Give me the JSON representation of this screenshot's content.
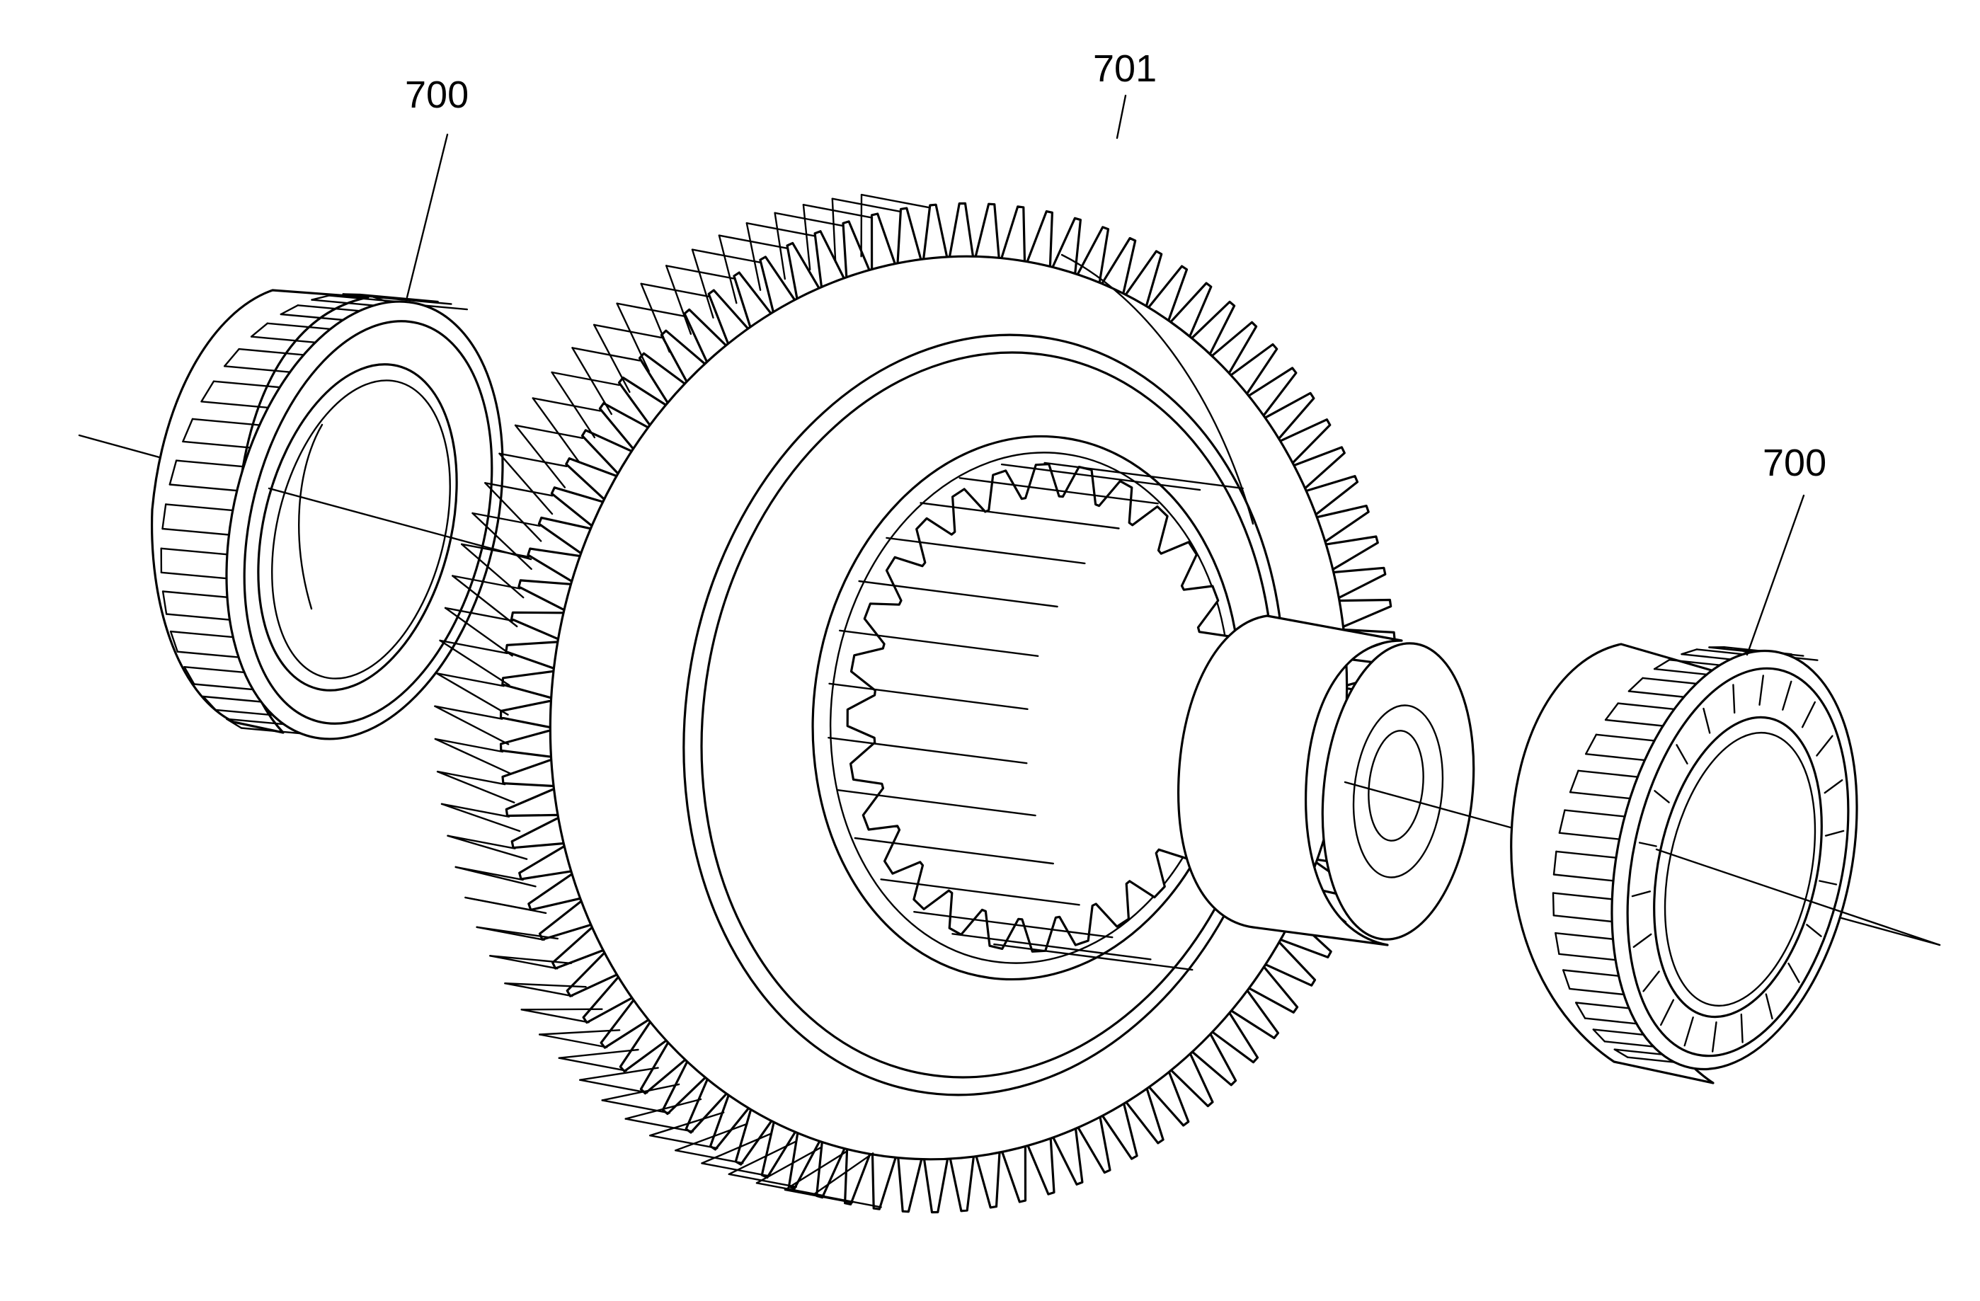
{
  "callouts": {
    "left_bearing": "700",
    "gear": "701",
    "right_bearing": "700"
  },
  "colors": {
    "line": "#000000",
    "background": "#ffffff"
  }
}
